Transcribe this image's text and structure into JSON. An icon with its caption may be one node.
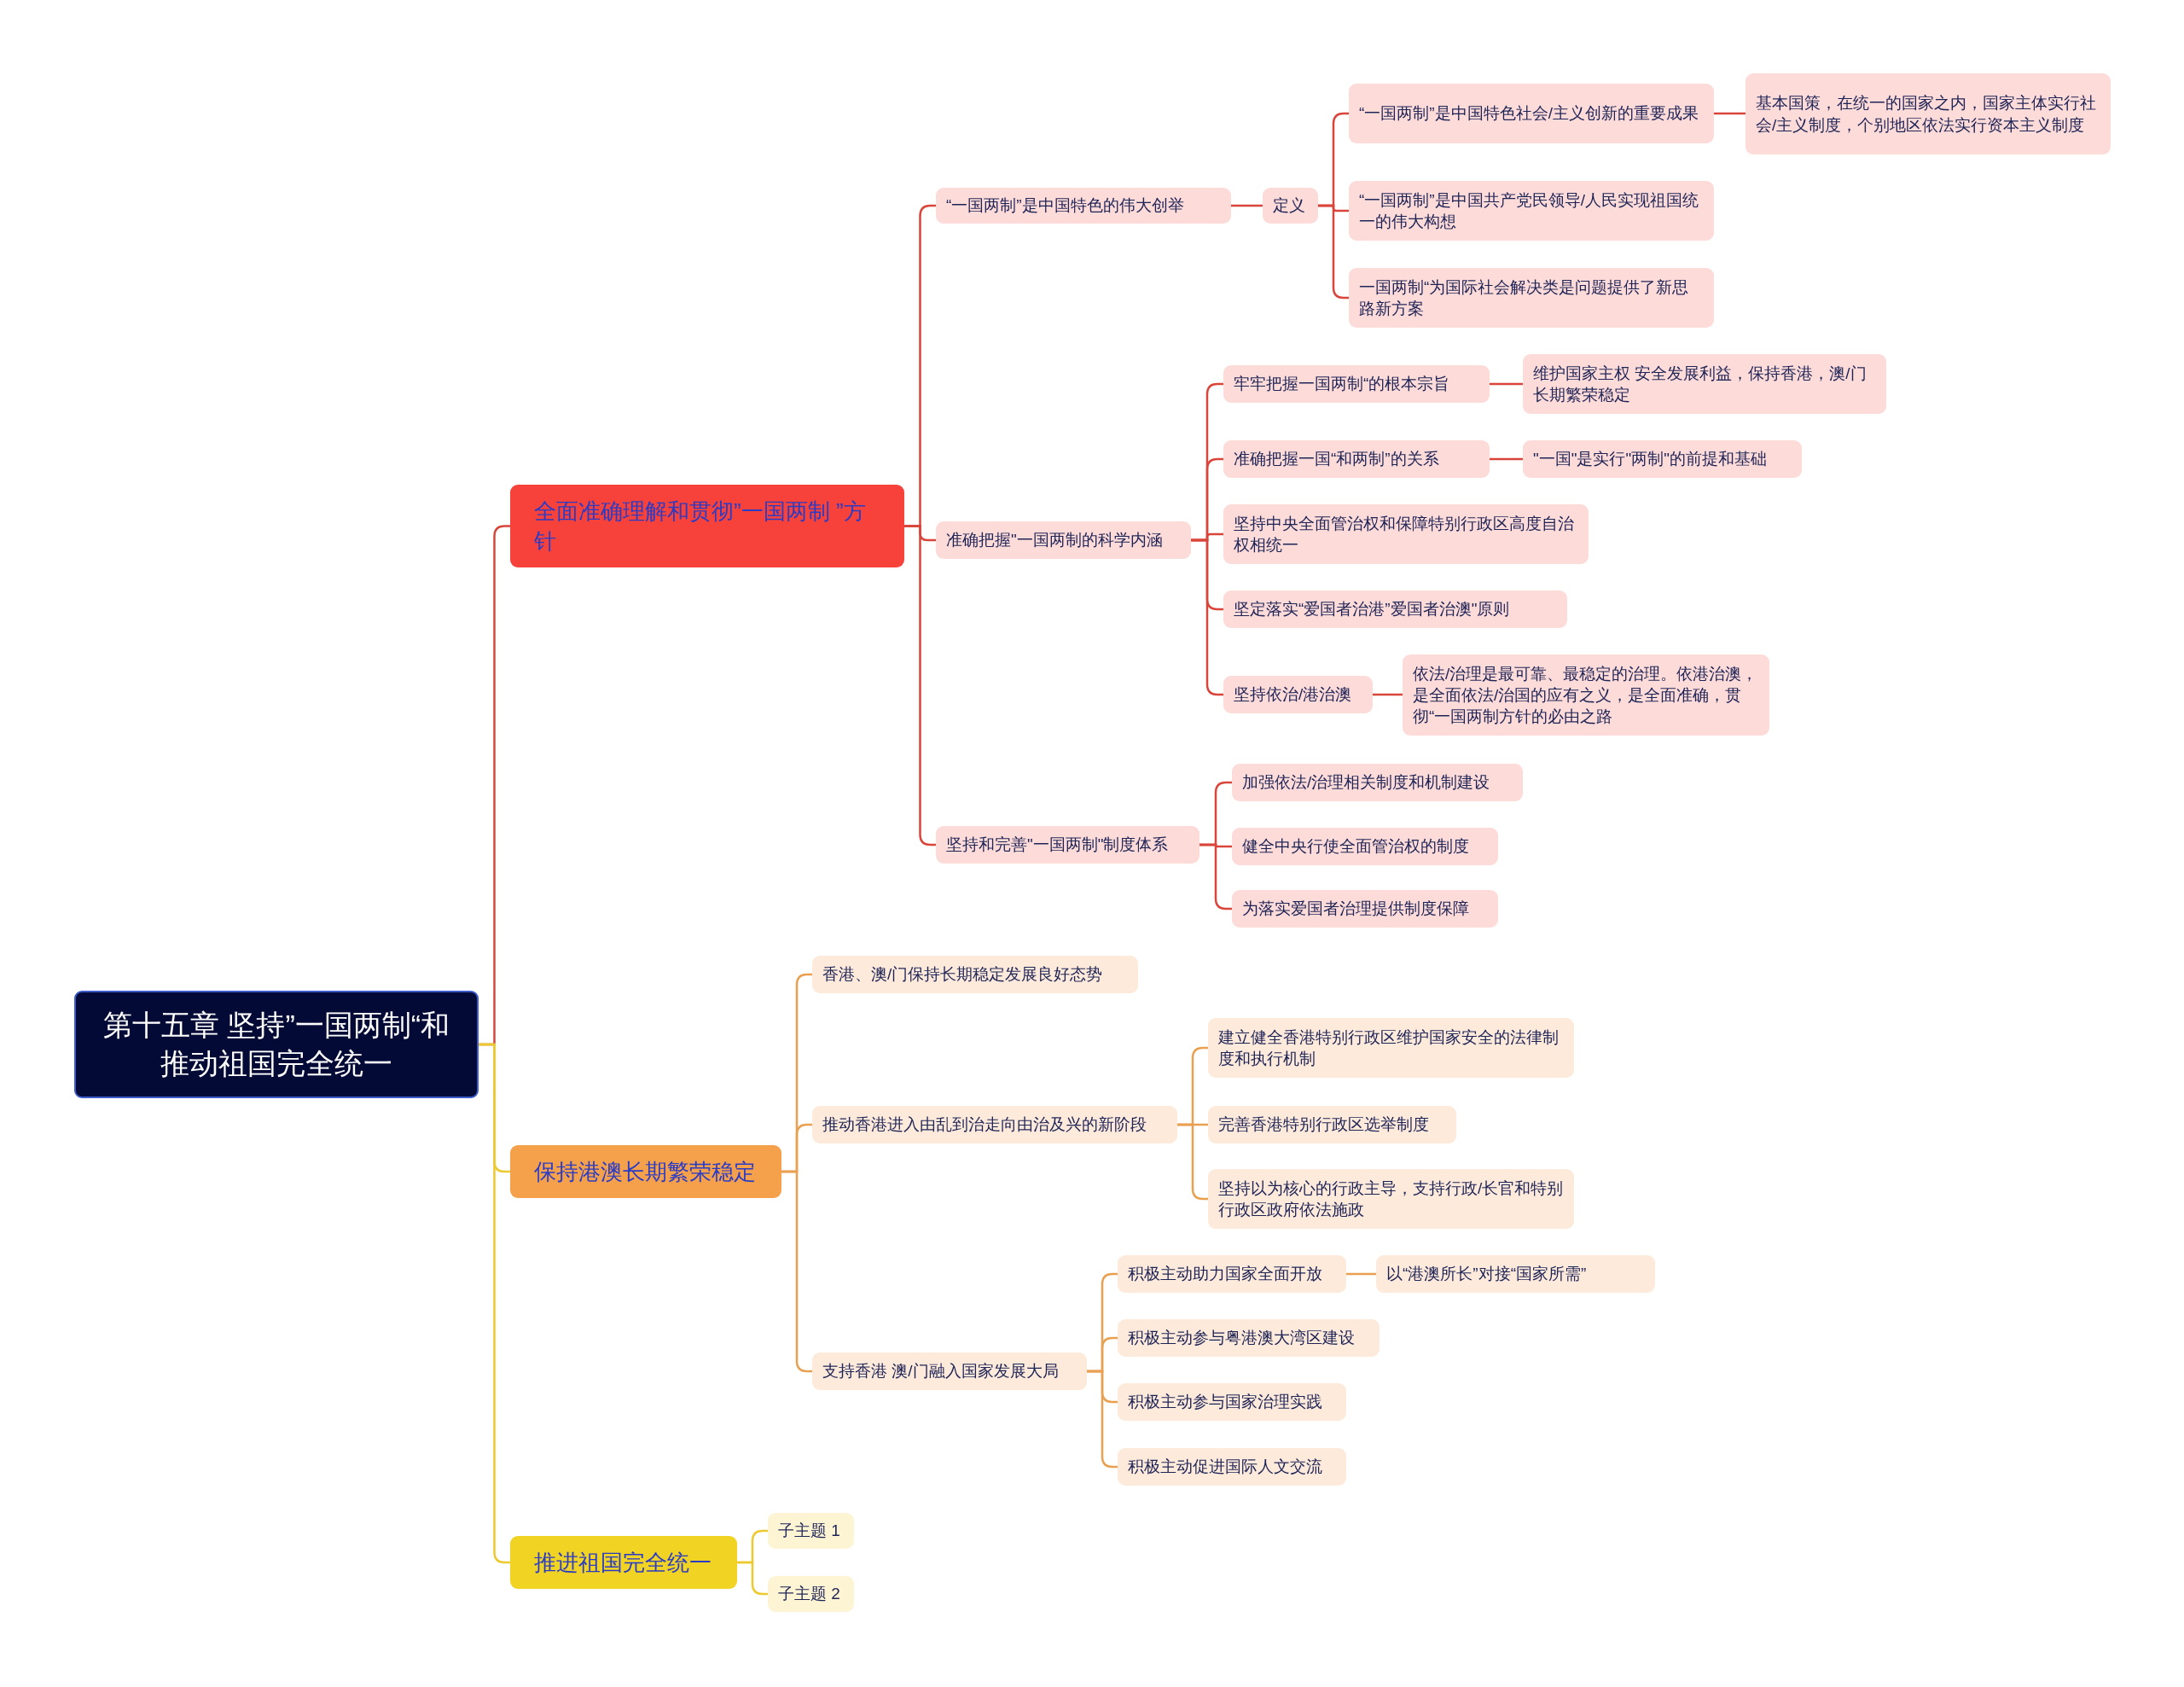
{
  "diagram": {
    "nodes": [
      {
        "text": [
          "第十五章 坚持”一国两制“和推动祖国完全统一"
        ]
      },
      {
        "text": [
          "全面准确理解和贯彻”一国两制 ”方针"
        ]
      },
      {
        "text": [
          "保持港澳长期繁荣稳定"
        ]
      },
      {
        "text": [
          "推进祖国完全统一"
        ]
      },
      {
        "text": [
          "“一国两制”是中国特色的伟大创举"
        ]
      },
      {
        "text": [
          "定义"
        ]
      },
      {
        "text": [
          "“一国两制”是中国特色社会/主义创新的重要成果"
        ]
      },
      {
        "text": [
          "基本国策，在统一的国家之内，国家主体实行社会/主义制度，个别地区依法实行资本主义制度"
        ]
      },
      {
        "text": [
          "“一国两制”是中国共产党民领导/人民实现祖国统一的伟大构想"
        ]
      },
      {
        "text": [
          "一国两制“为国际社会解决类是问题提供了新思路新方案"
        ]
      },
      {
        "text": [
          "准确把握\"一国两制的科学内涵"
        ]
      },
      {
        "text": [
          "牢牢把握一国两制“的根本宗旨"
        ]
      },
      {
        "text": [
          "维护国家主权 安全发展利益，保持香港，澳/门长期繁荣稳定"
        ]
      },
      {
        "text": [
          "准确把握一国“和两制”的关系"
        ]
      },
      {
        "text": [
          "\"一国\"是实行\"两制\"的前提和基础"
        ]
      },
      {
        "text": [
          "坚持中央全面管治权和保障特别行政区高度自治权相统一"
        ]
      },
      {
        "text": [
          "坚定落实“爱国者治港”爱国者治澳\"原则"
        ]
      },
      {
        "text": [
          "坚持依治/港治澳"
        ]
      },
      {
        "text": [
          "依法/治理是最可靠、最稳定的治理。依港治澳，是全面依法/治国的应有之义，是全面准确，贯彻“一国两制方针的必由之路"
        ]
      },
      {
        "text": [
          "坚持和完善\"一国两制\"制度体系"
        ]
      },
      {
        "text": [
          "加强依法/治理相关制度和机制建设"
        ]
      },
      {
        "text": [
          "健全中央行使全面管治权的制度"
        ]
      },
      {
        "text": [
          "为落实爱国者治理提供制度保障"
        ]
      },
      {
        "text": [
          "香港、澳/门保持长期稳定发展良好态势"
        ]
      },
      {
        "text": [
          "推动香港进入由乱到治走向由治及兴的新阶段"
        ]
      },
      {
        "text": [
          "建立健全香港特别行政区维护国家安全的法律制度和执行机制"
        ]
      },
      {
        "text": [
          "完善香港特别行政区选举制度"
        ]
      },
      {
        "text": [
          "坚持以为核心的行政主导，支持行政/长官和特别行政区政府依法施政"
        ]
      },
      {
        "text": [
          "支持香港 澳/门融入国家发展大局"
        ]
      },
      {
        "text": [
          "积极主动助力国家全面开放"
        ]
      },
      {
        "text": [
          "以“港澳所长”对接“国家所需”"
        ]
      },
      {
        "text": [
          "积极主动参与粤港澳大湾区建设"
        ]
      },
      {
        "text": [
          "积极主动参与国家治理实践"
        ]
      },
      {
        "text": [
          "积极主动促进国际人文交流"
        ]
      },
      {
        "text": [
          "子主题 1"
        ]
      },
      {
        "text": [
          "子主题 2"
        ]
      }
    ],
    "edges": [
      {
        "from": 0,
        "to": 1,
        "arrow": "none"
      },
      {
        "from": 1,
        "to": 4,
        "arrow": "none"
      },
      {
        "from": 4,
        "to": 5,
        "arrow": "none"
      },
      {
        "from": 5,
        "to": 6,
        "arrow": "none"
      },
      {
        "from": 6,
        "to": 7,
        "arrow": "none"
      },
      {
        "from": 5,
        "to": 8,
        "arrow": "none"
      },
      {
        "from": 5,
        "to": 9,
        "arrow": "none"
      },
      {
        "from": 1,
        "to": 10,
        "arrow": "none"
      },
      {
        "from": 10,
        "to": 11,
        "arrow": "none"
      },
      {
        "from": 11,
        "to": 12,
        "arrow": "none"
      },
      {
        "from": 10,
        "to": 13,
        "arrow": "none"
      },
      {
        "from": 13,
        "to": 14,
        "arrow": "none"
      },
      {
        "from": 10,
        "to": 15,
        "arrow": "none"
      },
      {
        "from": 10,
        "to": 16,
        "arrow": "none"
      },
      {
        "from": 10,
        "to": 17,
        "arrow": "none"
      },
      {
        "from": 17,
        "to": 18,
        "arrow": "none"
      },
      {
        "from": 1,
        "to": 19,
        "arrow": "none"
      },
      {
        "from": 19,
        "to": 20,
        "arrow": "none"
      },
      {
        "from": 19,
        "to": 21,
        "arrow": "none"
      },
      {
        "from": 19,
        "to": 22,
        "arrow": "none"
      },
      {
        "from": 0,
        "to": 2,
        "arrow": "none",
        "color": "#ecc92e"
      },
      {
        "from": 2,
        "to": 23,
        "arrow": "none",
        "color": "#e9a050"
      },
      {
        "from": 2,
        "to": 24,
        "arrow": "none",
        "color": "#e9a050"
      },
      {
        "from": 24,
        "to": 25,
        "arrow": "none",
        "color": "#e9a050"
      },
      {
        "from": 24,
        "to": 26,
        "arrow": "none",
        "color": "#e9a050"
      },
      {
        "from": 24,
        "to": 27,
        "arrow": "none",
        "color": "#e9a050"
      },
      {
        "from": 2,
        "to": 28,
        "arrow": "none",
        "color": "#e9a050"
      },
      {
        "from": 28,
        "to": 29,
        "arrow": "none",
        "color": "#e9a050"
      },
      {
        "from": 29,
        "to": 30,
        "arrow": "none",
        "color": "#e9a050"
      },
      {
        "from": 28,
        "to": 31,
        "arrow": "none",
        "color": "#e9a050"
      },
      {
        "from": 28,
        "to": 32,
        "arrow": "none",
        "color": "#e9a050"
      },
      {
        "from": 28,
        "to": 33,
        "arrow": "none",
        "color": "#e9a050"
      },
      {
        "from": 0,
        "to": 3,
        "arrow": "none",
        "color": "#ecc92e"
      },
      {
        "from": 3,
        "to": 34,
        "arrow": "none",
        "color": "#ecc92e"
      },
      {
        "from": 3,
        "to": 35,
        "arrow": "none",
        "color": "#ecc92e"
      }
    ]
  }
}
